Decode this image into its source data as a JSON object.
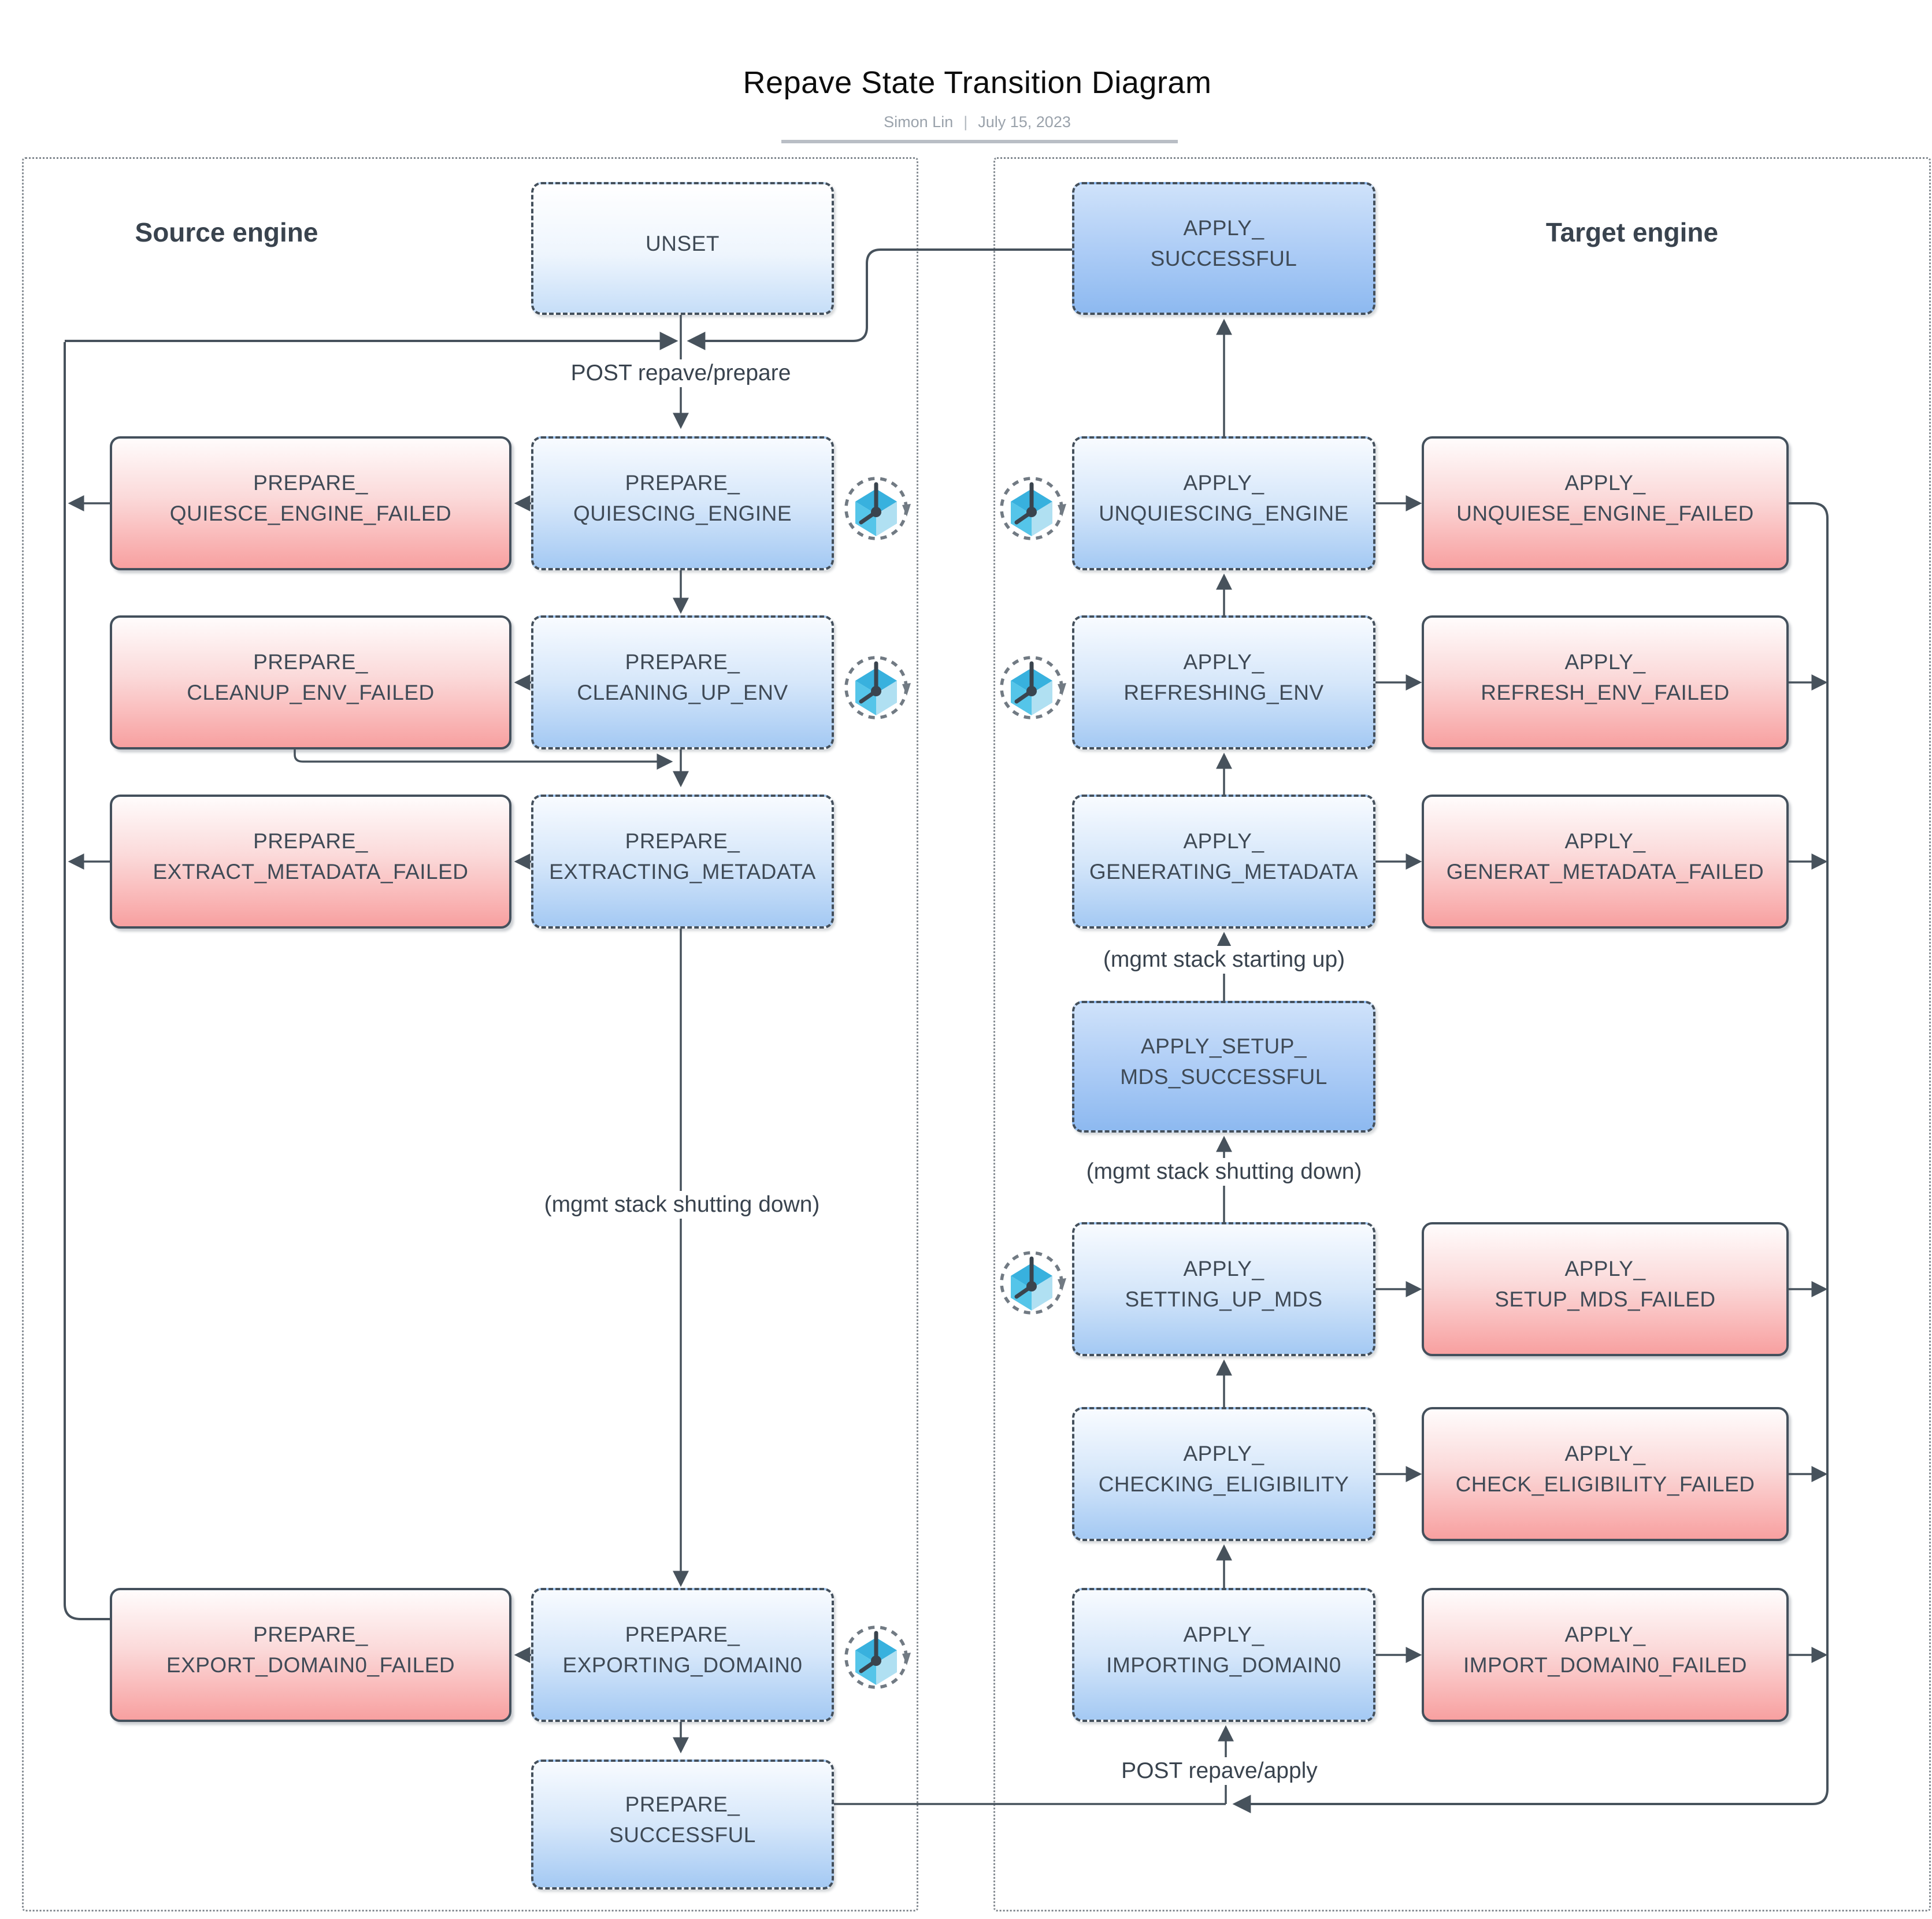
{
  "title": "Repave State Transition Diagram",
  "byline": {
    "author": "Simon Lin",
    "sep": "|",
    "date": "July 15, 2023"
  },
  "containers": {
    "source": {
      "label": "Source engine"
    },
    "target": {
      "label": "Target engine"
    }
  },
  "edge_labels": {
    "post_prepare": "POST repave/prepare",
    "post_apply": "POST repave/apply",
    "mgmt_shutdown_left": "(mgmt stack shutting down)",
    "mgmt_startup_right": "(mgmt stack starting up)",
    "mgmt_shutdown_right": "(mgmt stack shutting down)"
  },
  "nodes": {
    "unset": {
      "lines": [
        "UNSET"
      ]
    },
    "prepare_quiescing_engine": {
      "lines": [
        "PREPARE_",
        "QUIESCING_ENGINE"
      ]
    },
    "prepare_cleaning_up_env": {
      "lines": [
        "PREPARE_",
        "CLEANING_UP_ENV"
      ]
    },
    "prepare_extracting_metadata": {
      "lines": [
        "PREPARE_",
        "EXTRACTING_METADATA"
      ]
    },
    "prepare_exporting_domain0": {
      "lines": [
        "PREPARE_",
        "EXPORTING_DOMAIN0"
      ]
    },
    "prepare_successful": {
      "lines": [
        "PREPARE_",
        "SUCCESSFUL"
      ]
    },
    "prepare_quiesce_engine_failed": {
      "lines": [
        "PREPARE_",
        "QUIESCE_ENGINE_FAILED"
      ]
    },
    "prepare_cleanup_env_failed": {
      "lines": [
        "PREPARE_",
        "CLEANUP_ENV_FAILED"
      ]
    },
    "prepare_extract_metadata_failed": {
      "lines": [
        "PREPARE_",
        "EXTRACT_METADATA_FAILED"
      ]
    },
    "prepare_export_domain0_failed": {
      "lines": [
        "PREPARE_",
        "EXPORT_DOMAIN0_FAILED"
      ]
    },
    "apply_successful": {
      "lines": [
        "APPLY_",
        "SUCCESSFUL"
      ]
    },
    "apply_unquiescing_engine": {
      "lines": [
        "APPLY_",
        "UNQUIESCING_ENGINE"
      ]
    },
    "apply_refreshing_env": {
      "lines": [
        "APPLY_",
        "REFRESHING_ENV"
      ]
    },
    "apply_generating_metadata": {
      "lines": [
        "APPLY_",
        "GENERATING_METADATA"
      ]
    },
    "apply_setup_mds_successful": {
      "lines": [
        "APPLY_SETUP_",
        "MDS_SUCCESSFUL"
      ]
    },
    "apply_setting_up_mds": {
      "lines": [
        "APPLY_",
        "SETTING_UP_MDS"
      ]
    },
    "apply_checking_eligibility": {
      "lines": [
        "APPLY_",
        "CHECKING_ELIGIBILITY"
      ]
    },
    "apply_importing_domain0": {
      "lines": [
        "APPLY_",
        "IMPORTING_DOMAIN0"
      ]
    },
    "apply_unquiese_engine_failed": {
      "lines": [
        "APPLY_",
        "UNQUIESE_ENGINE_FAILED"
      ]
    },
    "apply_refresh_env_failed": {
      "lines": [
        "APPLY_",
        "REFRESH_ENV_FAILED"
      ]
    },
    "apply_generat_metadata_failed": {
      "lines": [
        "APPLY_",
        "GENERAT_METADATA_FAILED"
      ]
    },
    "apply_setup_mds_failed": {
      "lines": [
        "APPLY_",
        "SETUP_MDS_FAILED"
      ]
    },
    "apply_check_eligibility_failed": {
      "lines": [
        "APPLY_",
        "CHECK_ELIGIBILITY_FAILED"
      ]
    },
    "apply_import_domain0_failed": {
      "lines": [
        "APPLY_",
        "IMPORT_DOMAIN0_FAILED"
      ]
    }
  },
  "icons": {
    "retry_timer": "cube-clock-retry-icon"
  },
  "colors": {
    "line": "#47525c",
    "node_border": "#44505c",
    "state_fill_bottom": "#a4c9f3",
    "failed_fill_bottom": "#f8a0a0",
    "cube_top": "#38b1de",
    "cube_left": "#55c5e9",
    "cube_right": "#b0e0f2",
    "title_text": "#0d0d0d",
    "muted_text": "#9aa2ab"
  }
}
